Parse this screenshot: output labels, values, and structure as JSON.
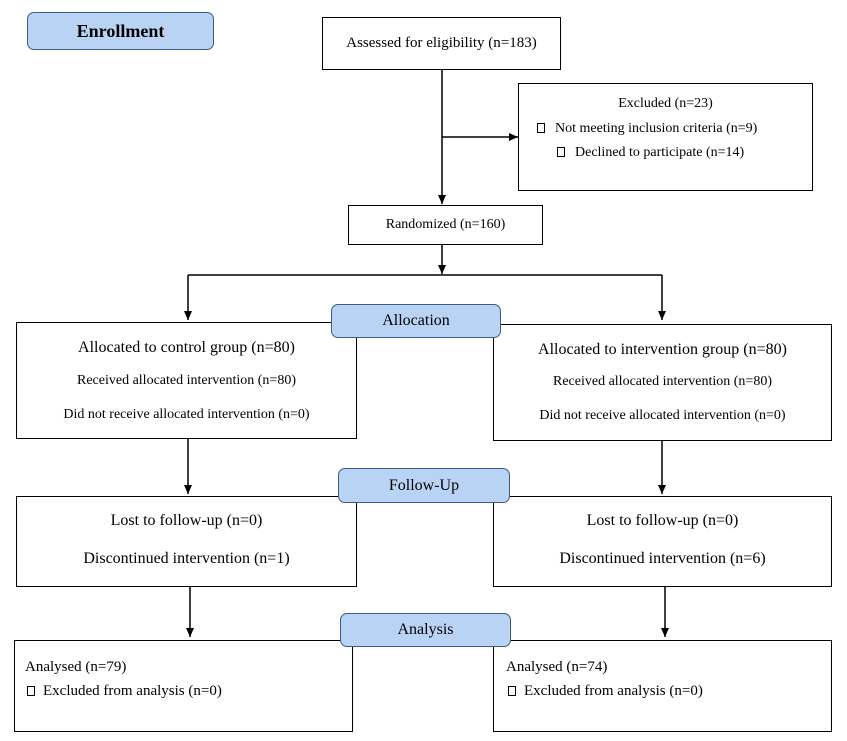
{
  "stages": {
    "enrollment": "Enrollment",
    "allocation": "Allocation",
    "follow_up": "Follow-Up",
    "analysis": "Analysis"
  },
  "assessed": "Assessed for eligibility (n=183)",
  "excluded": {
    "title": "Excluded (n=23)",
    "items": [
      "Not meeting inclusion criteria (n=9)",
      "Declined to participate (n=14)"
    ]
  },
  "randomized": "Randomized (n=160)",
  "control": {
    "allocated": "Allocated to control group (n=80)",
    "received": "Received allocated intervention (n=80)",
    "not_received": "Did not receive allocated intervention (n=0)",
    "lost": "Lost to follow-up (n=0)",
    "discontinued": "Discontinued intervention (n=1)",
    "analysed": "Analysed  (n=79)",
    "excluded_analysis": "Excluded from analysis (n=0)"
  },
  "intervention": {
    "allocated": "Allocated to intervention group (n=80)",
    "received": "Received allocated intervention (n=80)",
    "not_received": "Did not receive allocated intervention (n=0)",
    "lost": "Lost to follow-up (n=0)",
    "discontinued": "Discontinued intervention (n=6)",
    "analysed": "Analysed  (n=74)",
    "excluded_analysis": "Excluded from analysis (n=0)"
  }
}
